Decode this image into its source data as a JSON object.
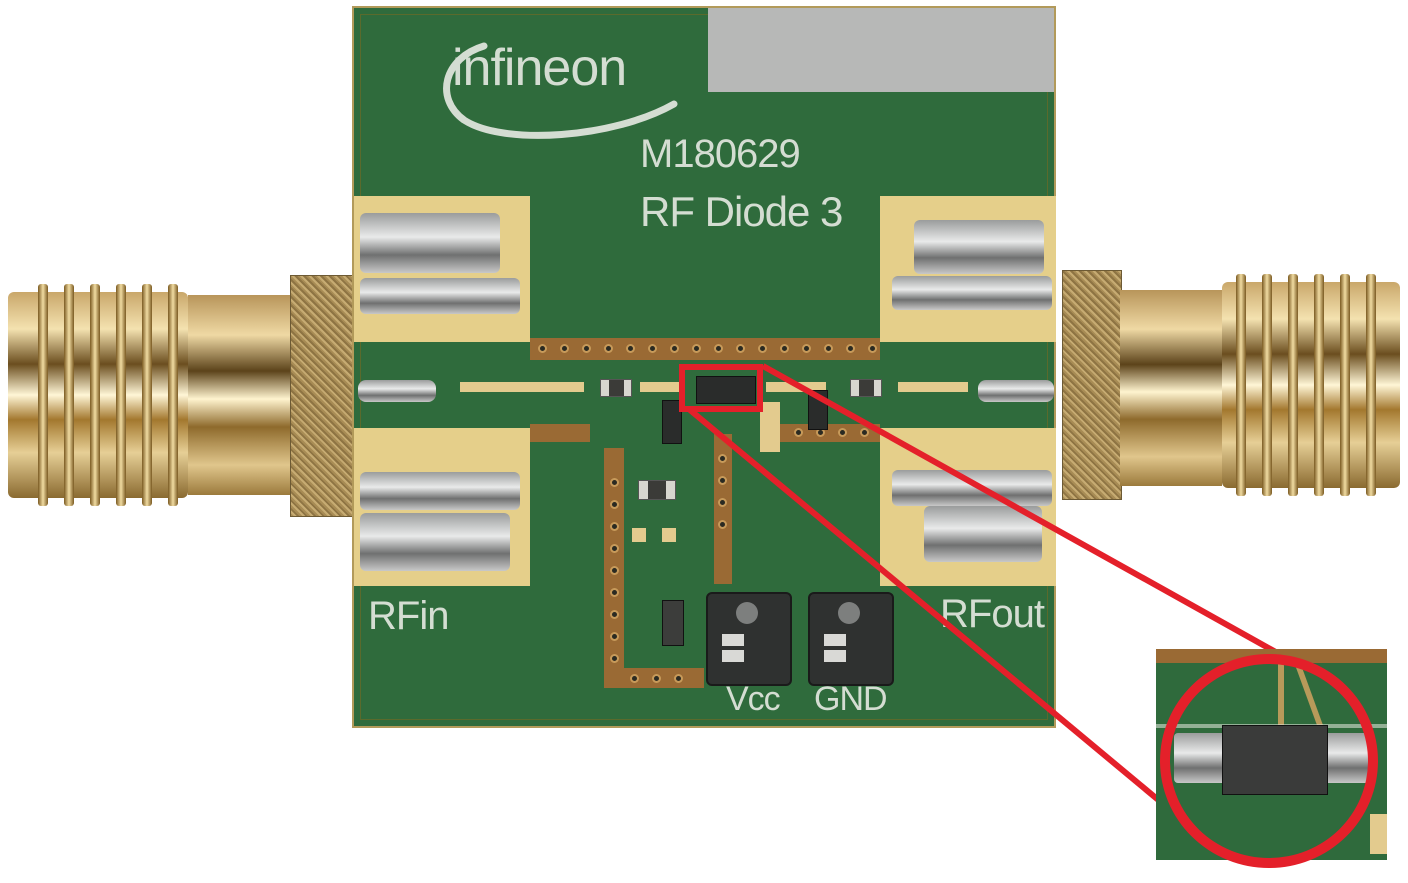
{
  "image": {
    "subject": "RF diode evaluation board photograph with magnified inset",
    "board": {
      "brand_logo": "infineon",
      "board_id": "M180629",
      "board_name": "RF Diode 3",
      "port_labels": {
        "input": "RFin",
        "output": "RFout",
        "supply": "Vcc",
        "ground": "GND"
      }
    },
    "highlight": {
      "color": "#e4202a",
      "callout": "Magnified view of the diode component"
    },
    "colors": {
      "pcb_green": "#2f6b3c",
      "gold_pad": "#e5cf8a",
      "copper": "#9a6a34",
      "connector_gold": "#d9bd80",
      "label_block": "#b7b8b7",
      "silkscreen": "#d4ddd2"
    }
  }
}
